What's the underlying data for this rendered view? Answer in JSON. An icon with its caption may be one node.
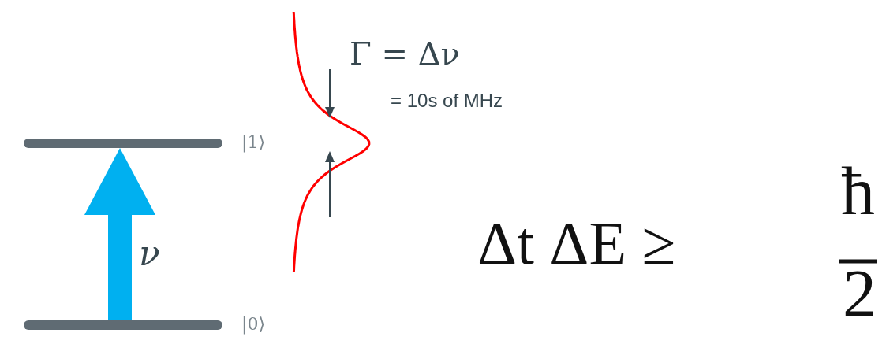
{
  "diagram": {
    "nodes": [
      {
        "text": [],
        "shape": "bar",
        "beside": [
          "|1⟩"
        ]
      },
      {
        "text": [],
        "shape": "bar",
        "beside": [
          "|0⟩"
        ]
      }
    ],
    "edges": [
      {
        "from": 1,
        "to": 0,
        "arrow": "to",
        "label": "ν"
      }
    ],
    "labels": [
      "Γ = Δν",
      "= 10s of MHz",
      "Δt ΔE ≥",
      "ħ",
      "2"
    ]
  }
}
